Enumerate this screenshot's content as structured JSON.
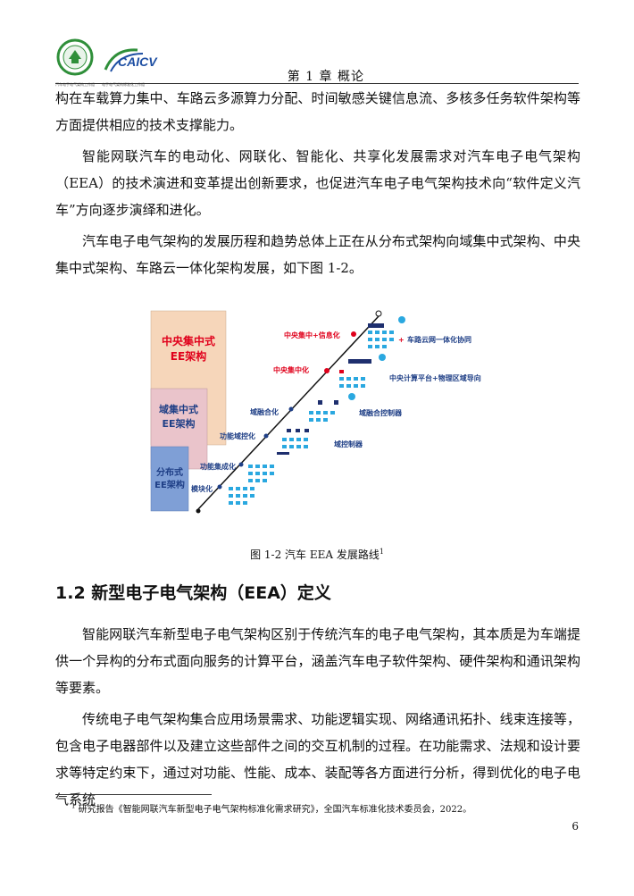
{
  "header": {
    "logo1_caption": "汽车电子电气架构工作组",
    "logo2_text": "CAICV",
    "logo2_caption": "电子电气架构标准化工作组",
    "chapter_title": "第 1 章  概论"
  },
  "body": {
    "para1": "构在车载算力集中、车路云多源算力分配、时间敏感关键信息流、多核多任务软件架构等方面提供相应的技术支撑能力。",
    "para2": "智能网联汽车的电动化、网联化、智能化、共享化发展需求对汽车电子电气架构（EEA）的技术演进和变革提出创新要求，也促进汽车电子电气架构技术向“软件定义汽车”方向逐步演绎和进化。",
    "para3": "汽车电子电气架构的发展历程和趋势总体上正在从分布式架构向域集中式架构、中央集中式架构、车路云一体化架构发展，如下图 1-2。",
    "section_heading": "1.2  新型电子电气架构（EEA）定义",
    "para4": "智能网联汽车新型电子电气架构区别于传统汽车的电子电气架构，其本质是为车端提供一个异构的分布式面向服务的计算平台，涵盖汽车电子软件架构、硬件架构和通讯架构等要素。",
    "para5": "传统电子电气架构集合应用场景需求、功能逻辑实现、网络通讯拓扑、线束连接等，包含电子电器部件以及建立这些部件之间的交互机制的过程。在功能需求、法规和设计要求等特定约束下，通过对功能、性能、成本、装配等各方面进行分析，得到优化的电子电气系统"
  },
  "figure": {
    "caption": "图 1-2  汽车 EEA 发展路线",
    "caption_sup": "1",
    "box_central_line1": "中央集中式",
    "box_central_line2": "EE架构",
    "box_domain_line1": "域集中式",
    "box_domain_line2": "EE架构",
    "box_distributed_line1": "分布式",
    "box_distributed_line2": "EE架构",
    "stage_modular": "模块化",
    "stage_func_integration": "功能集成化",
    "stage_func_domain": "功能域控化",
    "stage_domain_fusion": "域融合化",
    "stage_central": "中央集中化",
    "stage_central_info": "中央集中+信息化",
    "right_domain_ctrl": "域控制器",
    "right_domain_fusion_ctrl": "域融合控制器",
    "right_central_compute": "中央计算平台+物理区域导向",
    "right_vrc": "车路云网一体化协同",
    "colors": {
      "central_box": "#f6d6ba",
      "domain_box": "#eac4cb",
      "distributed_box": "#7f9fd6",
      "label_red": "#e0001b",
      "label_blue": "#1f3f86",
      "node_cyan": "#2aa8e0",
      "node_navy": "#1e2f6e"
    }
  },
  "footnote": {
    "mark": "1",
    "text": "研究报告《智能网联汽车新型电子电气架构标准化需求研究》，全国汽车标准化技术委员会，2022。"
  },
  "page_number": "6"
}
